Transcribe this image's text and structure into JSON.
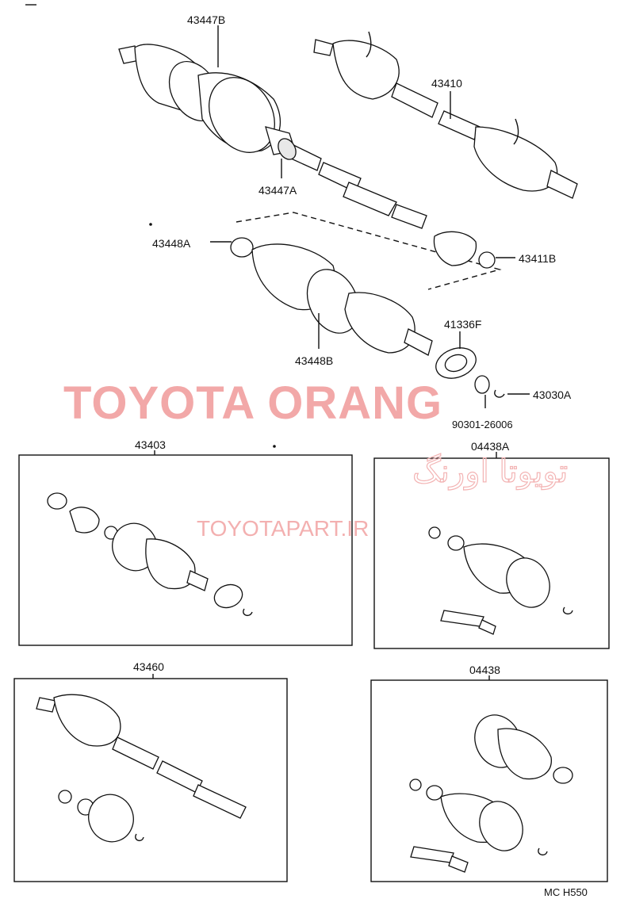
{
  "labels": {
    "p43447B": "43447B",
    "p43410": "43410",
    "p43447A": "43447A",
    "p43448A": "43448A",
    "p43411B": "43411B",
    "p41336F": "41336F",
    "p43448B": "43448B",
    "p43030A": "43030A",
    "p90301": "90301-26006",
    "p43403": "43403",
    "p04438A": "04438A",
    "p43460": "43460",
    "p04438": "04438",
    "footer_code": "MC  H550"
  },
  "watermark": {
    "brand": "TOYOTA ORANG",
    "brand_fa": "تویوتا اورنگ",
    "url": "TOYOTAPART.IR",
    "color": "#f2a8a8"
  }
}
